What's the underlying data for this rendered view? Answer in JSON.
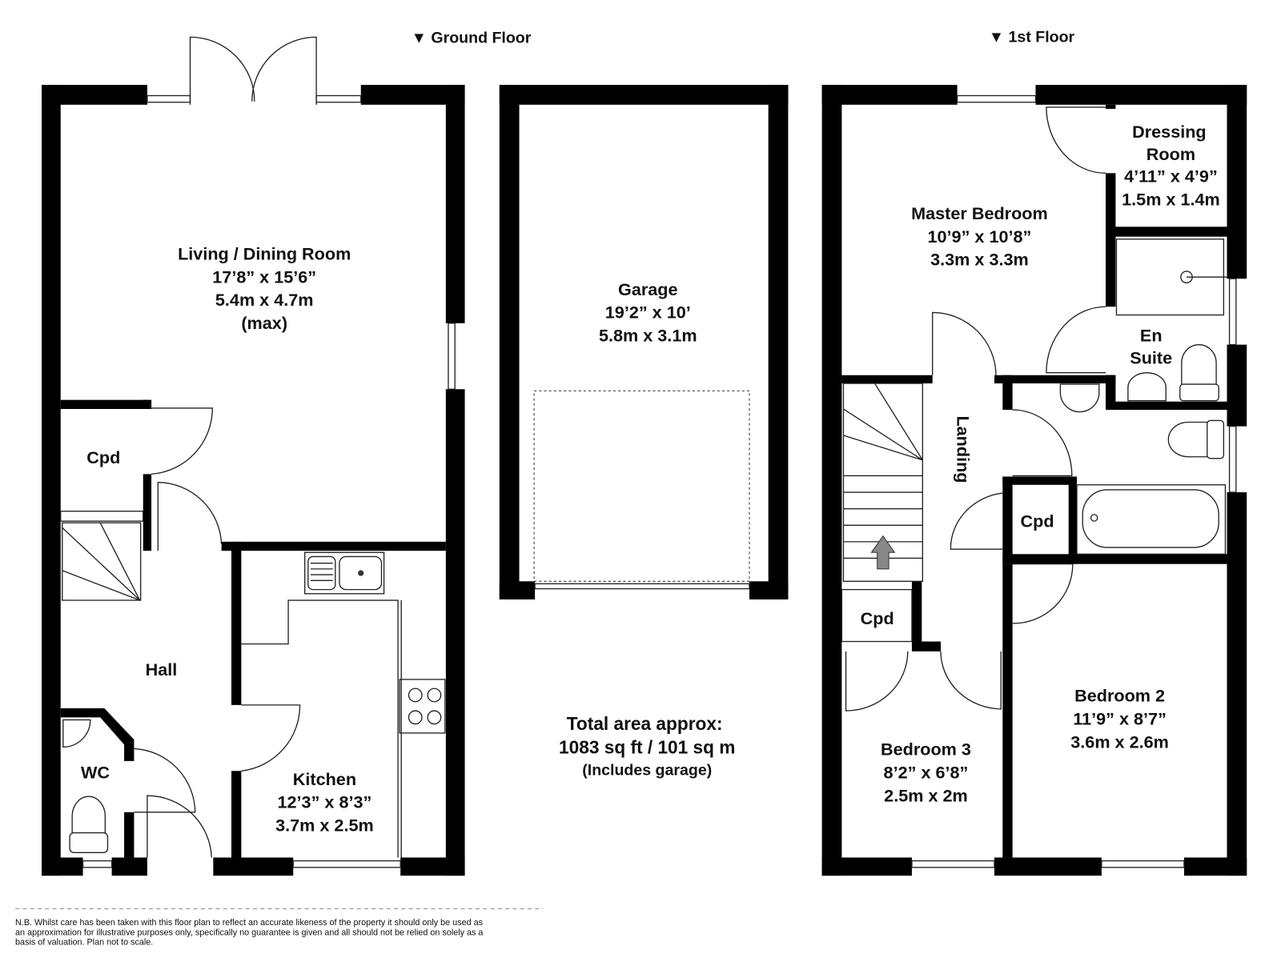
{
  "headers": {
    "ground_floor": "▼ Ground Floor",
    "first_floor": "▼ 1st Floor"
  },
  "ground_floor": {
    "living": {
      "name": "Living / Dining Room",
      "imperial": "17’8” x 15’6”",
      "metric": "5.4m x 4.7m",
      "note": "(max)"
    },
    "cpd": "Cpd",
    "hall": "Hall",
    "wc": "WC",
    "kitchen": {
      "name": "Kitchen",
      "imperial": "12’3” x 8’3”",
      "metric": "3.7m x 2.5m"
    },
    "garage": {
      "name": "Garage",
      "imperial": "19’2” x 10’",
      "metric": "5.8m x 3.1m"
    }
  },
  "first_floor": {
    "master": {
      "name": "Master Bedroom",
      "imperial": "10’9” x 10’8”",
      "metric": "3.3m x 3.3m"
    },
    "dressing": {
      "name1": "Dressing",
      "name2": "Room",
      "imperial": "4’11” x 4’9”",
      "metric": "1.5m x 1.4m"
    },
    "ensuite": {
      "name1": "En",
      "name2": "Suite"
    },
    "landing": "Landing",
    "cpd_bath": "Cpd",
    "cpd_bed3": "Cpd",
    "bedroom2": {
      "name": "Bedroom 2",
      "imperial": "11’9” x 8’7”",
      "metric": "3.6m x 2.6m"
    },
    "bedroom3": {
      "name": "Bedroom 3",
      "imperial": "8’2” x 6’8”",
      "metric": "2.5m x 2m"
    }
  },
  "total": {
    "line1": "Total area approx:",
    "line2": "1083 sq ft / 101 sq m",
    "line3": "(Includes garage)"
  },
  "disclaimer": {
    "line1": "N.B. Whilst care has been taken with this floor plan to reflect an accurate likeness of the property it should only be used as",
    "line2": "an approximation for illustrative purposes only, specifically no guarantee is given and all should not be relied on solely as a",
    "line3": "basis of valuation. Plan not to scale."
  }
}
